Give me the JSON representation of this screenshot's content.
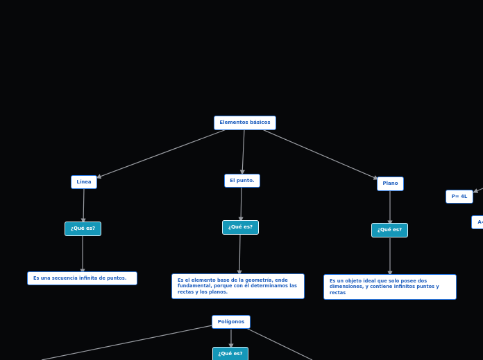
{
  "nodes": {
    "root": "Elementos básicos",
    "linea": "Línea",
    "punto": "El punto.",
    "plano": "Plano",
    "q1": "¿Qué es?",
    "q2": "¿Qué es?",
    "q3": "¿Qué es?",
    "def_linea": "Es una secuencia infinita de puntos.",
    "def_punto": "Es el elemento base de la geometría, ende fundamental, porque con él determinamos las rectas y los planos.",
    "def_plano": "Es un objeto ideal que solo posee dos dimensiones, y contiene infinitos puntos y rectas",
    "poligonos": "Polígonos",
    "q4": "¿Qué es?",
    "perimetro": "P= 4L",
    "area": "A="
  },
  "colors": {
    "background": "#060709",
    "node_fill": "#ffffff",
    "node_border": "#2c7be5",
    "node_text": "#1f5fbf",
    "question_fill": "#1597b8",
    "connector": "#9a9da3"
  }
}
